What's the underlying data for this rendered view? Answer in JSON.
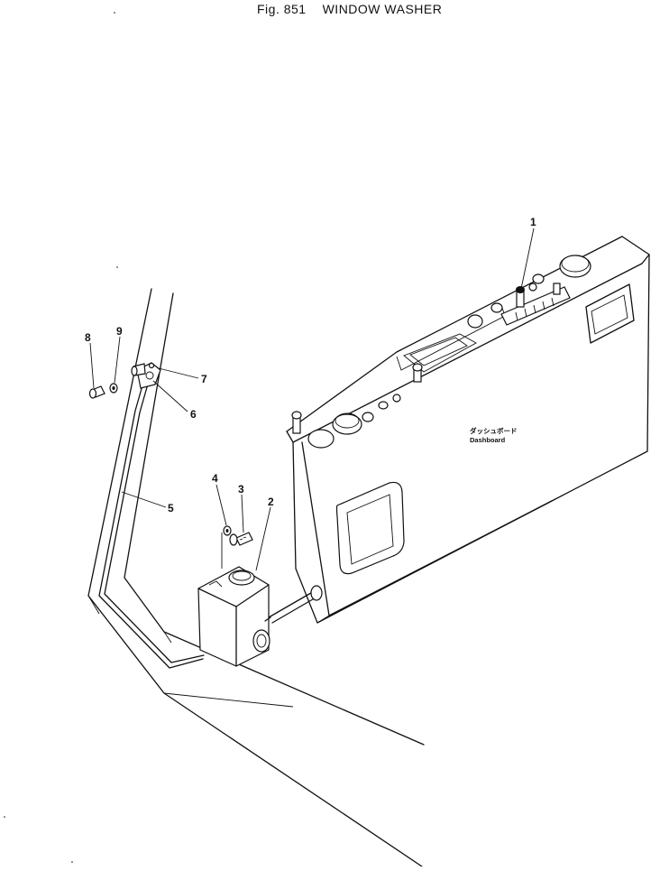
{
  "header": {
    "fig_number": "Fig. 851",
    "fig_title": "WINDOW WASHER"
  },
  "dashboard_label": {
    "japanese": "ダッシュボード",
    "english": "Dashboard"
  },
  "callouts": [
    "1",
    "2",
    "3",
    "4",
    "5",
    "6",
    "7",
    "8",
    "9"
  ]
}
